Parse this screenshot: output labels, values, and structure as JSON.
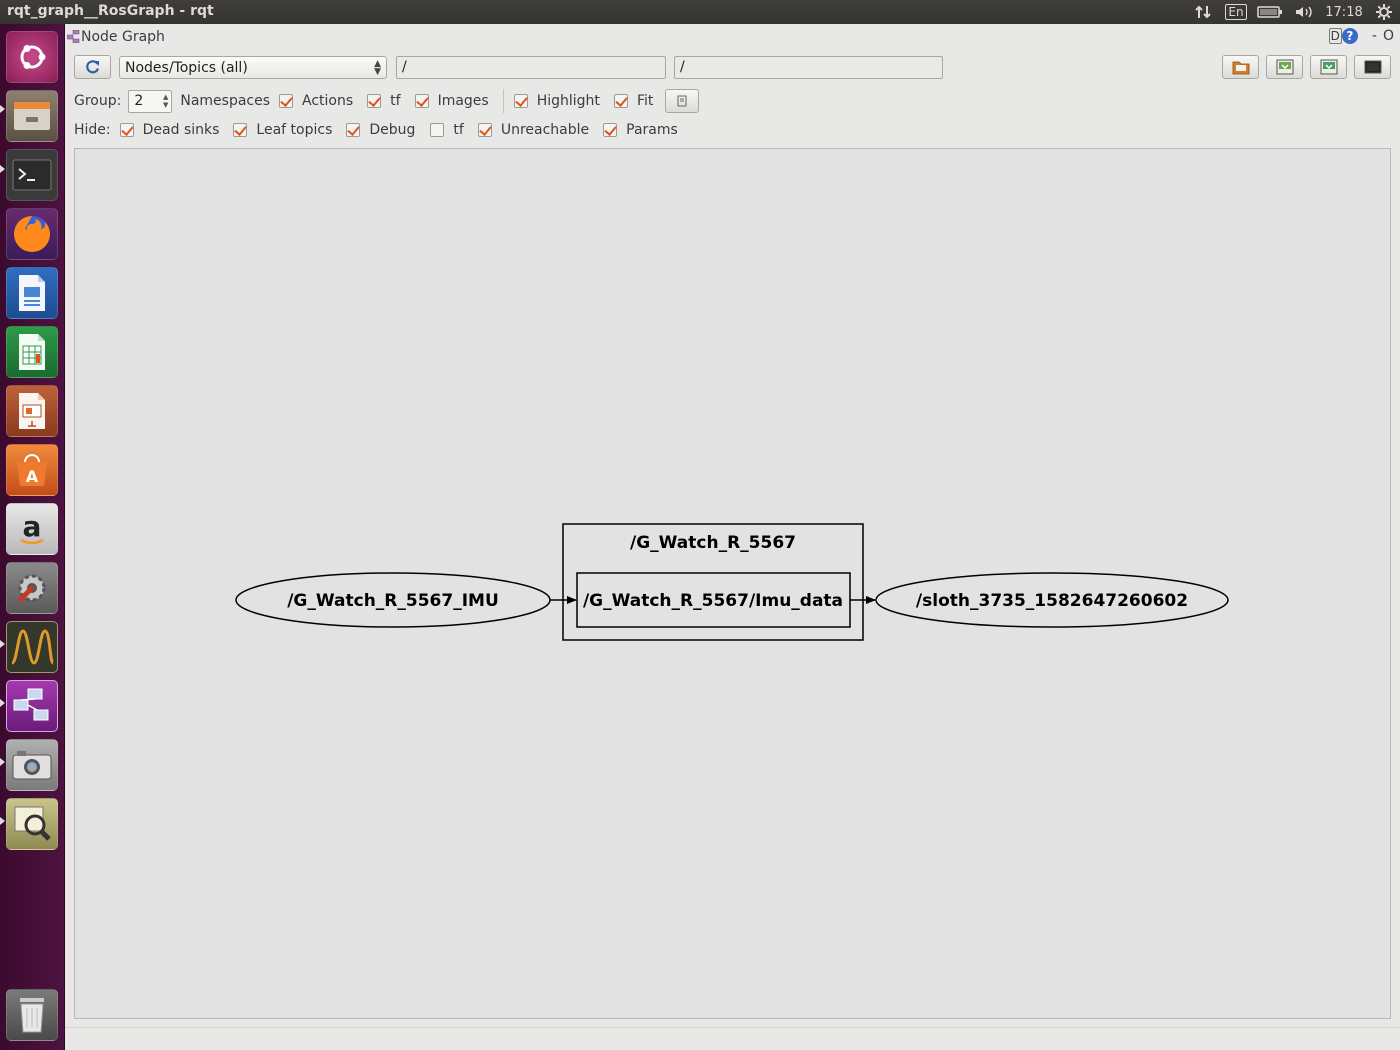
{
  "topbar": {
    "window_title": "rqt_graph__RosGraph - rqt",
    "keyboard": "En",
    "time": "17:18"
  },
  "launcher": {
    "items": [
      {
        "name": "ubuntu-dash-icon",
        "color": "#b0306f"
      },
      {
        "name": "file-manager-icon",
        "color": "#8a7c66"
      },
      {
        "name": "terminal-icon",
        "color": "#2b2b2b"
      },
      {
        "name": "firefox-icon",
        "color": "#e66000"
      },
      {
        "name": "libreoffice-writer-icon",
        "color": "#2a6db5"
      },
      {
        "name": "libreoffice-calc-icon",
        "color": "#1e8a3a"
      },
      {
        "name": "libreoffice-impress-icon",
        "color": "#b4502a"
      },
      {
        "name": "software-center-icon",
        "color": "#e0662a"
      },
      {
        "name": "amazon-icon",
        "color": "#cfcfcf"
      },
      {
        "name": "system-settings-icon",
        "color": "#8a8a8a"
      },
      {
        "name": "rqt-plot-icon",
        "color": "#4b4b3a"
      },
      {
        "name": "rqt-graph-icon",
        "color": "#8a3a9a"
      },
      {
        "name": "screenshot-icon",
        "color": "#9a9a9a"
      },
      {
        "name": "image-viewer-icon",
        "color": "#b7b17a"
      },
      {
        "name": "trash-icon",
        "color": "#6a6a6a"
      }
    ]
  },
  "dock": {
    "title": "Node Graph",
    "controls": [
      "D",
      "?",
      "-",
      "O"
    ]
  },
  "toolbar": {
    "view_mode": "Nodes/Topics (all)",
    "node_filter": "/",
    "topic_filter": "/"
  },
  "options_row": {
    "group_label": "Group:",
    "group_value": "2",
    "namespaces_label": "Namespaces",
    "actions_label": "Actions",
    "tf_label": "tf",
    "images_label": "Images",
    "highlight_label": "Highlight",
    "fit_label": "Fit"
  },
  "hide_row": {
    "hide_label": "Hide:",
    "dead_sinks_label": "Dead sinks",
    "leaf_topics_label": "Leaf topics",
    "debug_label": "Debug",
    "tf_label": "tf",
    "unreachable_label": "Unreachable",
    "params_label": "Params"
  },
  "checks": {
    "namespaces": true,
    "actions": true,
    "tf": true,
    "images": true,
    "highlight": true,
    "fit": true,
    "dead_sinks": true,
    "leaf_topics": true,
    "debug": true,
    "hide_tf": false,
    "unreachable": true,
    "params": true
  },
  "graph": {
    "namespace_box": "/G_Watch_R_5567",
    "source_node": "/G_Watch_R_5567_IMU",
    "topic": "/G_Watch_R_5567/Imu_data",
    "sink_node": "/sloth_3735_1582647260602"
  }
}
